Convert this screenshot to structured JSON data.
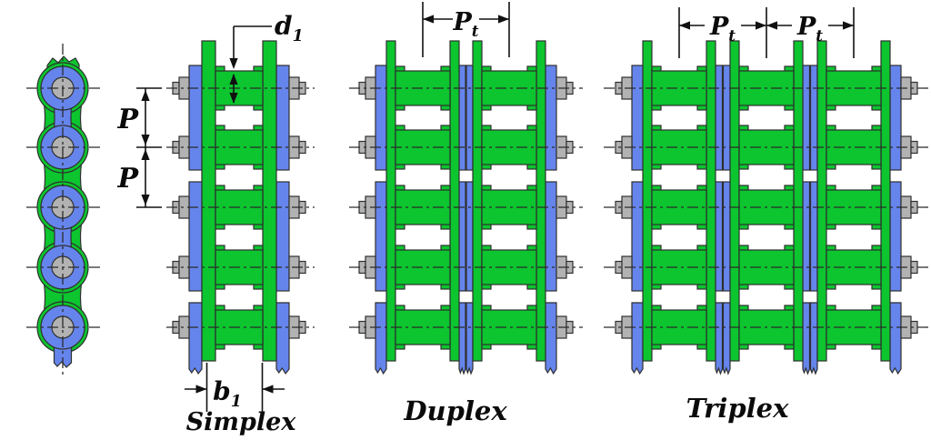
{
  "diagram": {
    "type": "roller-chain-construction-diagram",
    "colors": {
      "background": "#ffffff",
      "plate_green": "#0cc52f",
      "link_blue": "#6585ec",
      "pin_gray": "#b2b2b2",
      "outline": "#2f2f2f",
      "dimension": "#111111"
    },
    "side_view": {
      "name": "chain-side-view",
      "rollers": 5
    },
    "chains": [
      {
        "name": "simplex",
        "label": "Simplex",
        "rows": 1
      },
      {
        "name": "duplex",
        "label": "Duplex",
        "rows": 2
      },
      {
        "name": "triplex",
        "label": "Triplex",
        "rows": 3
      }
    ],
    "dimensions": {
      "pitch": {
        "label": "P",
        "count": 2
      },
      "roller_diameter": {
        "base": "d",
        "sub": "1"
      },
      "inner_width": {
        "base": "b",
        "sub": "1"
      },
      "transverse_pitch": {
        "base": "P",
        "sub": "t",
        "count_duplex": 1,
        "count_triplex": 2
      }
    }
  }
}
